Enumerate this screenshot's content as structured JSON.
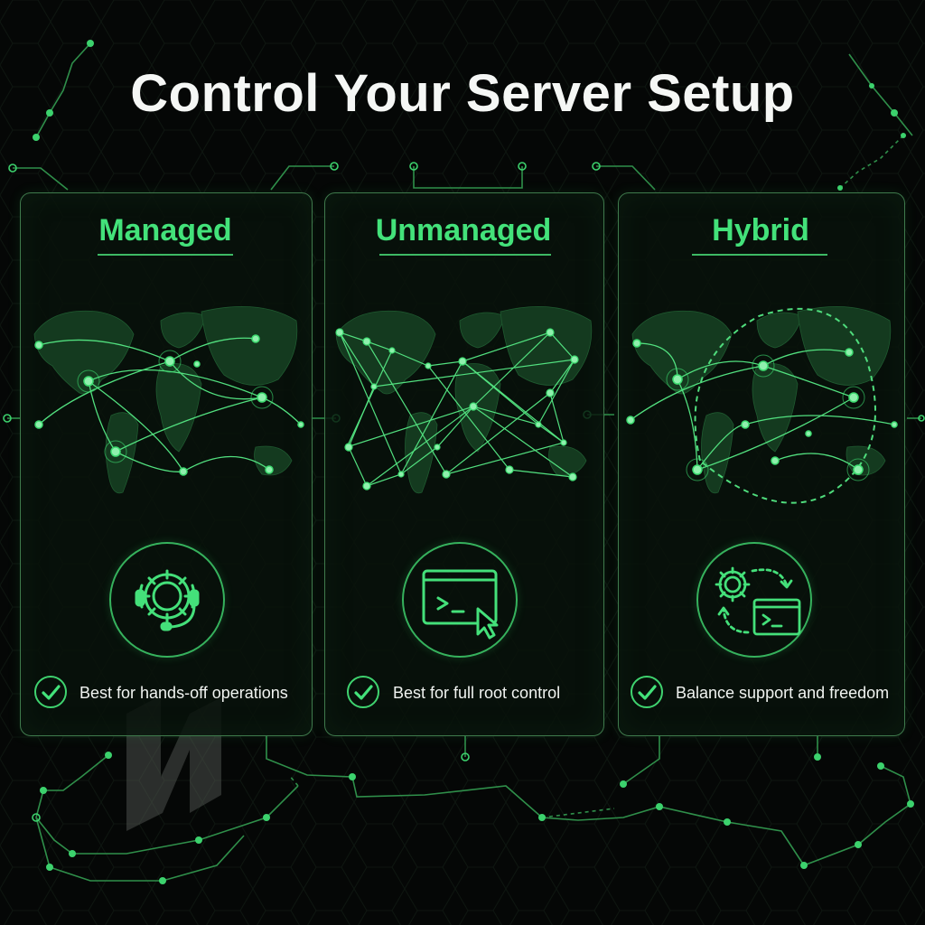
{
  "title": "Control Your Server Setup",
  "colors": {
    "accent": "#43e27a",
    "background": "#050706",
    "card_border": "#3f7a4c",
    "text": "#f1f4f1"
  },
  "cards": [
    {
      "title": "Managed",
      "icon": "gear-headset-icon",
      "check_icon": "check-icon",
      "feature": "Best for hands-off operations"
    },
    {
      "title": "Unmanaged",
      "icon": "terminal-cursor-icon",
      "check_icon": "check-icon",
      "feature": "Best for full root control"
    },
    {
      "title": "Hybrid",
      "icon": "gear-terminal-cycle-icon",
      "check_icon": "check-icon",
      "feature": "Balance support and freedom"
    }
  ],
  "watermark": "logo-mark"
}
